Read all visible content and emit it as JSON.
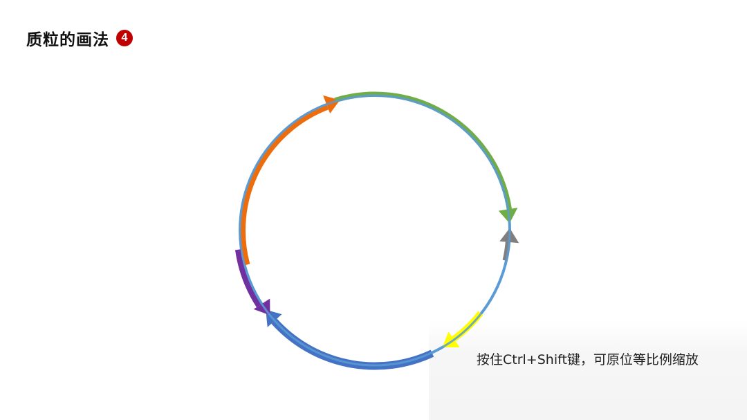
{
  "title": "质粒的画法",
  "step_badge": "4",
  "hint": "按住Ctrl+Shift键，可原位等比例缩放",
  "colors": {
    "ring": "#5b9bd5",
    "orange": "#ed6d0d",
    "green": "#70ad47",
    "gray": "#7f7f7f",
    "yellow": "#ffff00",
    "blue": "#4472c4",
    "purple": "#7030a0",
    "badge": "#c00000"
  },
  "arrow_segments": [
    {
      "name": "orange-arrow-segment",
      "color_key": "orange",
      "icon": "arrow-clockwise"
    },
    {
      "name": "green-arrow-segment",
      "color_key": "green",
      "icon": "arrow-clockwise"
    },
    {
      "name": "gray-arrow-segment",
      "color_key": "gray",
      "icon": "arrow-counterclockwise"
    },
    {
      "name": "yellow-arrow-segment",
      "color_key": "yellow",
      "icon": "arrow-clockwise"
    },
    {
      "name": "blue-arrow-segment",
      "color_key": "blue",
      "icon": "arrow-counterclockwise"
    },
    {
      "name": "purple-arrow-segment",
      "color_key": "purple",
      "icon": "arrow-counterclockwise"
    }
  ]
}
